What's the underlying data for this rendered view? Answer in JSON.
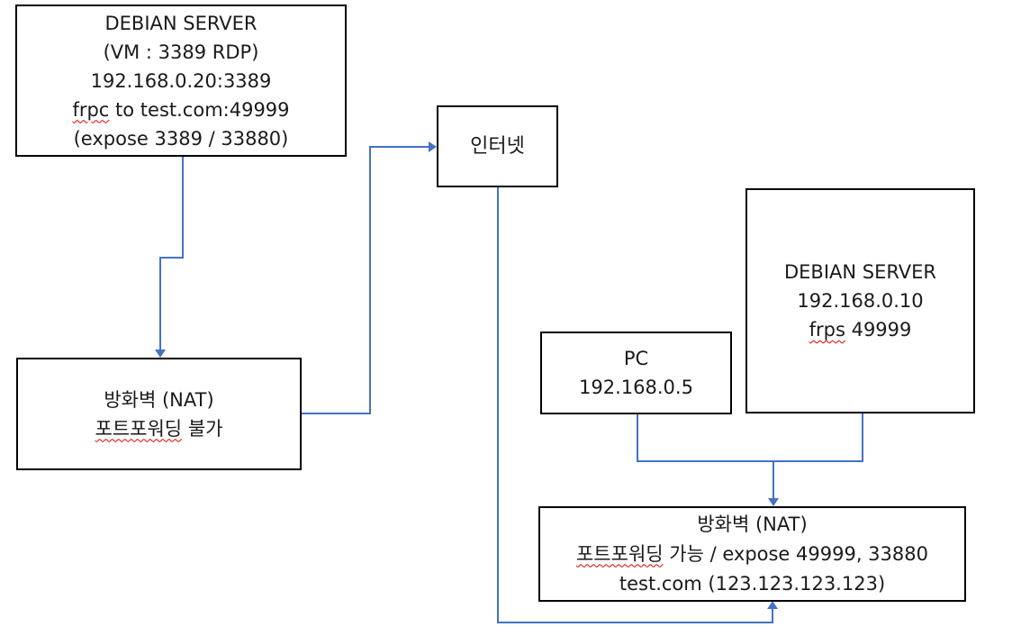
{
  "diagram": {
    "title": "frp port-forwarding network diagram",
    "accent_color": "#4472C4",
    "box_border_color": "#000000",
    "spellcheck_underline_color": "#e50000",
    "nodes": {
      "debian_vm": {
        "line1": "DEBIAN SERVER",
        "line2": "(VM : 3389 RDP)",
        "line3": "192.168.0.20:3389",
        "line4_word": "frpc",
        "line4_rest": " to test.com:49999",
        "line5": "(expose 3389 / 33880)"
      },
      "internet": {
        "label": "인터넷"
      },
      "debian_frps": {
        "line1": "DEBIAN SERVER",
        "line2": "192.168.0.10",
        "line3_word": "frps",
        "line3_rest": " 49999"
      },
      "pc": {
        "line1": "PC",
        "line2": "192.168.0.5"
      },
      "firewall_left": {
        "line1": "방화벽 (NAT)",
        "line2_word": "포트포워딩",
        "line2_rest": " 불가"
      },
      "firewall_right": {
        "line1": "방화벽 (NAT)",
        "line2_word": "포트포워딩",
        "line2_rest": " 가능 / expose 49999, 33880",
        "line3": "test.com (123.123.123.123)"
      }
    }
  }
}
